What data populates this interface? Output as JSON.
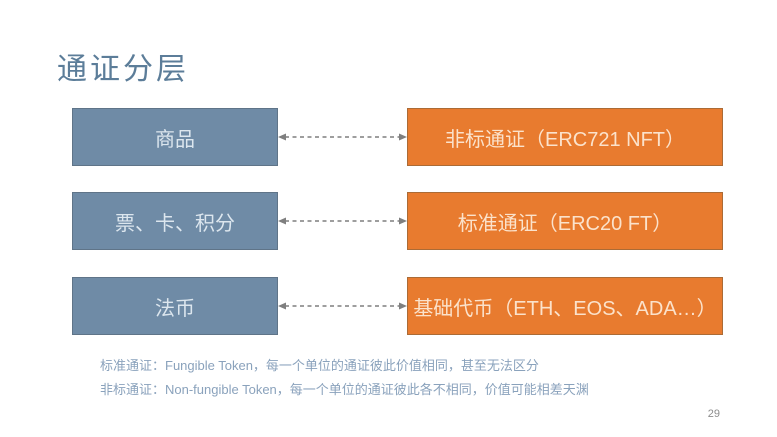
{
  "title": "通证分层",
  "page_number": "29",
  "colors": {
    "background": "#ffffff",
    "title_text": "#5c7d99",
    "blue_box_fill": "#6f8ba6",
    "blue_box_border": "#5f7488",
    "blue_box_text": "#dce6ee",
    "orange_box_fill": "#e87b2f",
    "orange_box_border": "#ab6b36",
    "orange_box_text": "#fbe2cb",
    "connector": "#7f7f7f",
    "footnote_text": "#8aa2bc",
    "page_number_text": "#8c8c8c"
  },
  "rows": [
    {
      "left": "商品",
      "right": "非标通证（ERC721 NFT）"
    },
    {
      "left": "票、卡、积分",
      "right": "标准通证（ERC20 FT）"
    },
    {
      "left": "法币",
      "right": "基础代币（ETH、EOS、ADA…）"
    }
  ],
  "footnotes": [
    "标准通证：Fungible Token，每一个单位的通证彼此价值相同，甚至无法区分",
    "非标通证：Non-fungible Token，每一个单位的通证彼此各不相同，价值可能相差天渊"
  ]
}
